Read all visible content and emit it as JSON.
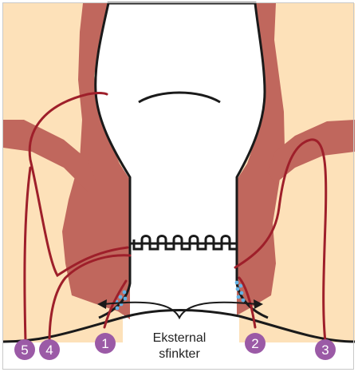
{
  "labels": {
    "line1": "Eksternal",
    "line2": "sfinkter"
  },
  "markers": [
    {
      "id": "1",
      "text": "1"
    },
    {
      "id": "2",
      "text": "2"
    },
    {
      "id": "3",
      "text": "3"
    },
    {
      "id": "4",
      "text": "4"
    },
    {
      "id": "5",
      "text": "5"
    }
  ],
  "colors": {
    "skin": "#fde1b9",
    "muscle": "#c0675d",
    "outline": "#1a1a1a",
    "fistula_tract": "#9e1f2a",
    "marker_fill": "#9b5aa6",
    "glands": "#63b3e6",
    "lumen": "#ffffff"
  }
}
